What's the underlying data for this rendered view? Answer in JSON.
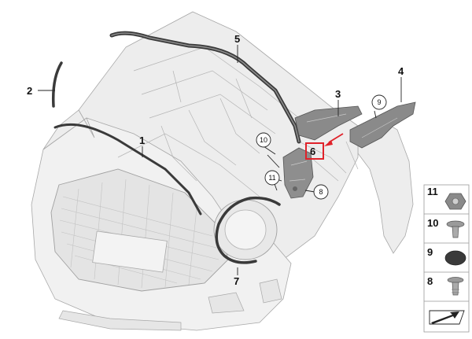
{
  "callouts": [
    {
      "id": "c1",
      "label": "1"
    },
    {
      "id": "c2",
      "label": "2"
    },
    {
      "id": "c3",
      "label": "3"
    },
    {
      "id": "c4",
      "label": "4"
    },
    {
      "id": "c5",
      "label": "5"
    },
    {
      "id": "c6",
      "label": "6"
    },
    {
      "id": "c7",
      "label": "7"
    },
    {
      "id": "c8",
      "label": "8"
    },
    {
      "id": "c9",
      "label": "9"
    },
    {
      "id": "c10",
      "label": "10"
    },
    {
      "id": "c11",
      "label": "11"
    }
  ],
  "sidebar": {
    "items": [
      {
        "label": "11",
        "icon": "hex-nut-icon"
      },
      {
        "label": "10",
        "icon": "expanding-rivet-icon"
      },
      {
        "label": "9",
        "icon": "round-cap-icon"
      },
      {
        "label": "8",
        "icon": "push-rivet-icon"
      }
    ]
  },
  "colors": {
    "highlight": "#e0222a",
    "seal": "#3a3a3a",
    "body": "#eeeeee",
    "line": "#9a9a9a",
    "part": "#8a8a8a"
  }
}
